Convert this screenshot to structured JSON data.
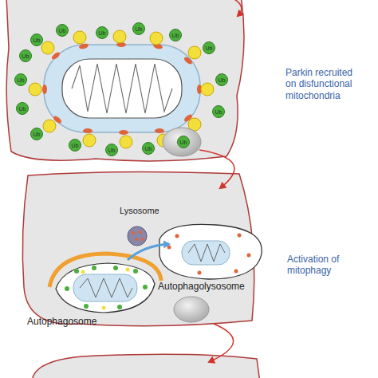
{
  "diagram": {
    "labels": [
      "Ub",
      "Ub",
      "Ub",
      "Ub",
      "Ub",
      "Ub",
      "Ub",
      "Ub",
      "Ub",
      "Ub",
      "Ub",
      "Ub",
      "Ub",
      "Ub",
      "Ub",
      "Ub",
      "Parkin recruited on disfunctional mitochondria",
      "Lysosome",
      "Autophagolysosome",
      "Autophagosome",
      "Activation of mitophagy"
    ]
  }
}
